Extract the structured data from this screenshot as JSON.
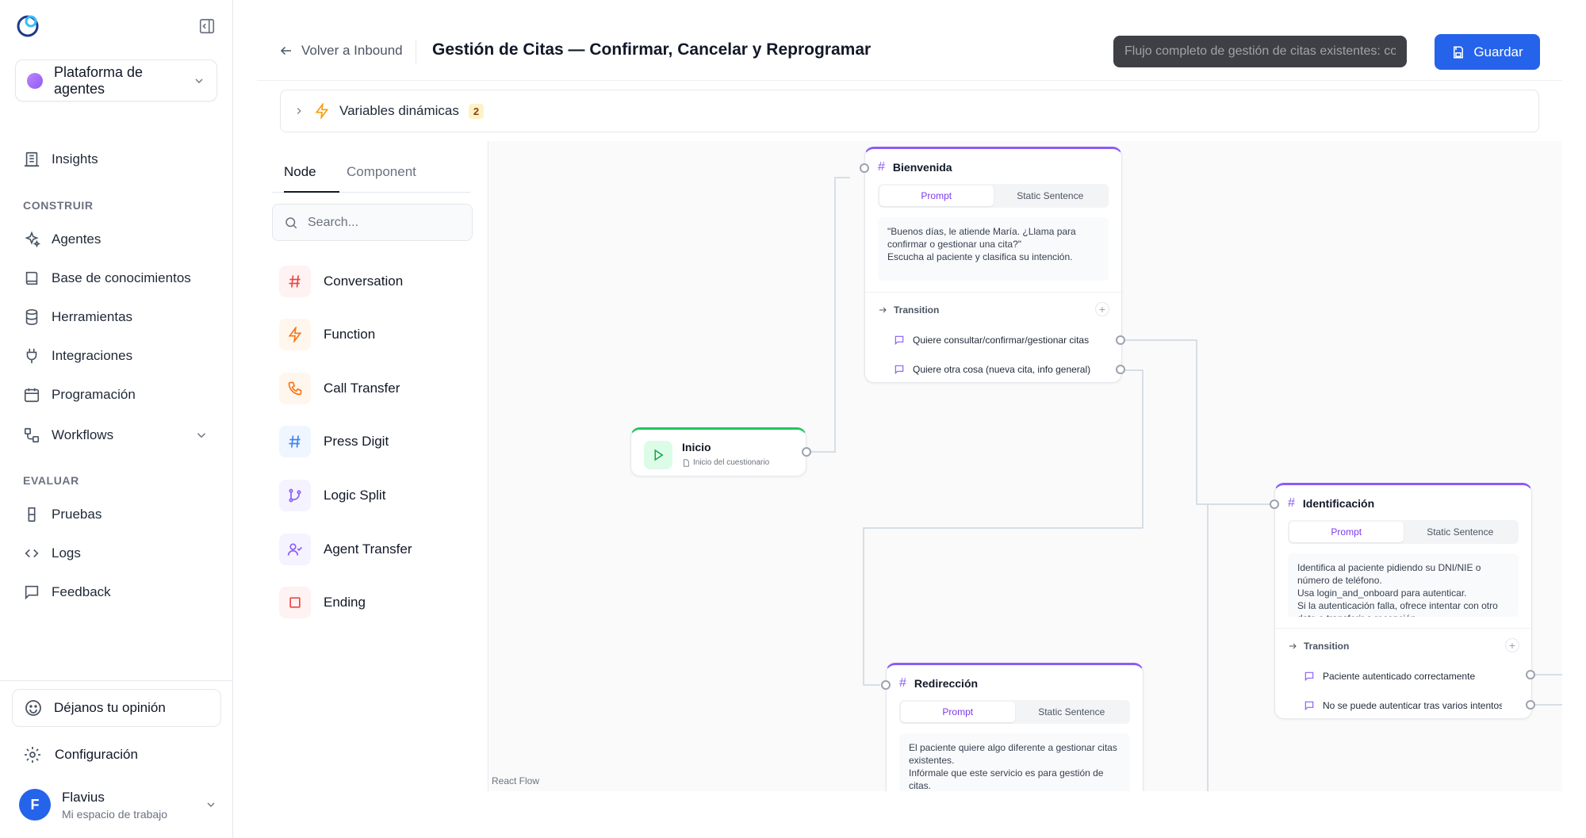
{
  "sidebar": {
    "workspace_label": "Plataforma de agentes",
    "insights": "Insights",
    "section_build": "CONSTRUIR",
    "build_items": [
      "Agentes",
      "Base de conocimientos",
      "Herramientas",
      "Integraciones",
      "Programación",
      "Workflows"
    ],
    "section_evaluate": "EVALUAR",
    "evaluate_items": [
      "Pruebas",
      "Logs",
      "Feedback"
    ],
    "feedback_cta": "Déjanos tu opinión",
    "settings": "Configuración",
    "user": {
      "initial": "F",
      "name": "Flavius",
      "workspace": "Mi espacio de trabajo"
    }
  },
  "header": {
    "back_label": "Volver a Inbound",
    "title": "Gestión de Citas — Confirmar, Cancelar y Reprogramar",
    "description_value": "Flujo completo de gestión de citas existentes: confirmar, cancelar y reprogramar",
    "save_label": "Guardar"
  },
  "variables_bar": {
    "label": "Variables dinámicas",
    "count": "2"
  },
  "palette": {
    "tabs": [
      "Node",
      "Component"
    ],
    "search_placeholder": "Search...",
    "items": [
      "Conversation",
      "Function",
      "Call Transfer",
      "Press Digit",
      "Logic Split",
      "Agent Transfer",
      "Ending"
    ],
    "attribution": "React Flow"
  },
  "canvas": {
    "start_node": {
      "title": "Inicio",
      "subtitle": "Inicio del cuestionario"
    },
    "nodes": {
      "bienvenida": {
        "title": "Bienvenida",
        "tab_prompt": "Prompt",
        "tab_static": "Static Sentence",
        "prompt": "\"Buenos días, le atiende María. ¿Llama para confirmar o gestionar una cita?\"\nEscucha al paciente y clasifica su intención.",
        "transition_label": "Transition",
        "transitions": [
          "Quiere consultar/confirmar/gestionar citas",
          "Quiere otra cosa (nueva cita, info general)"
        ]
      },
      "identificacion": {
        "title": "Identificación",
        "tab_prompt": "Prompt",
        "tab_static": "Static Sentence",
        "prompt": "Identifica al paciente pidiendo su DNI/NIE o número de teléfono.\nUsa login_and_onboard para autenticar.\nSi la autenticación falla, ofrece intentar con otro dato o transferir a recepción.",
        "transition_label": "Transition",
        "transitions": [
          "Paciente autenticado correctamente",
          "No se puede autenticar tras varios intentos"
        ]
      },
      "redireccion": {
        "title": "Redirección",
        "tab_prompt": "Prompt",
        "tab_static": "Static Sentence",
        "prompt": "El paciente quiere algo diferente a gestionar citas existentes.\nInfórmale que este servicio es para gestión de citas."
      }
    }
  },
  "colors": {
    "accent": "#2563eb",
    "node_accent": "#8b5cf6",
    "start_accent": "#22c55e"
  }
}
